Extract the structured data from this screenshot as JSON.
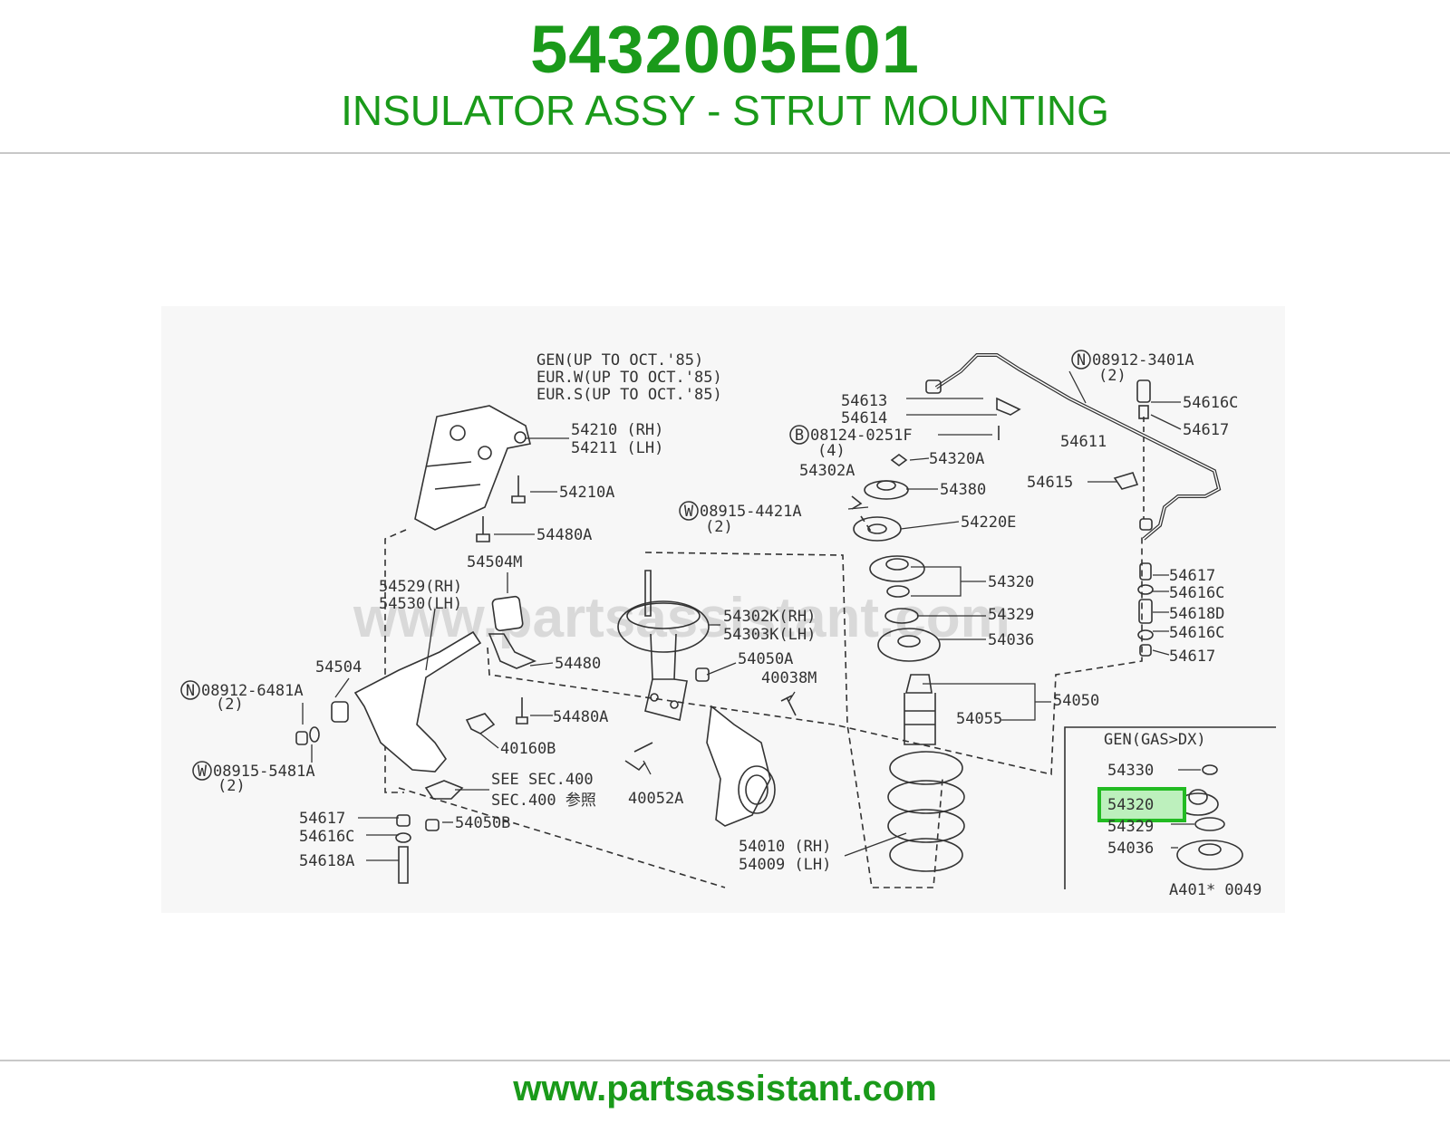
{
  "header": {
    "part_number": "5432005E01",
    "part_name": "INSULATOR ASSY - STRUT MOUNTING"
  },
  "footer": {
    "url": "www.partsassistant.com"
  },
  "diagram": {
    "watermark": "www.partsassistant.com",
    "notes": [
      "GEN(UP TO OCT.'85)",
      "EUR.W(UP TO OCT.'85)",
      "EUR.S(UP TO OCT.'85)"
    ],
    "inset_title": "GEN(GAS>DX)",
    "drawing_code": "A401* 0049",
    "highlighted_part": "54320",
    "labels": {
      "l54210": "54210 (RH)",
      "l54211": "54211 (LH)",
      "l54210A": "54210A",
      "l54480A_top": "54480A",
      "l54504M": "54504M",
      "l54529": "54529(RH)",
      "l54530": "54530(LH)",
      "l54504": "54504",
      "n08912_6481A": "08912-6481A",
      "n08912_6481A_qty": "(2)",
      "w08915_5481A": "08915-5481A",
      "w08915_5481A_qty": "(2)",
      "l54480": "54480",
      "l54480A_mid": "54480A",
      "l40160B": "40160B",
      "see_sec": "SEE SEC.400",
      "sec_ref": "SEC.400 参照",
      "l54050B": "54050B",
      "l54617_left": "54617",
      "l54616C_left": "54616C",
      "l54618A": "54618A",
      "l54302K": "54302K(RH)",
      "l54303K": "54303K(LH)",
      "l54050A": "54050A",
      "l40038M": "40038M",
      "l40052A": "40052A",
      "l54010": "54010 (RH)",
      "l54009": "54009 (LH)",
      "w08915_4421A": "08915-4421A",
      "w08915_4421A_qty": "(2)",
      "l54613": "54613",
      "l54614": "54614",
      "b08124_0251F": "08124-0251F",
      "b08124_0251F_qty": "(4)",
      "l54302A": "54302A",
      "l54320A": "54320A",
      "l54380": "54380",
      "l54220E": "54220E",
      "l54320": "54320",
      "l54329": "54329",
      "l54036": "54036",
      "l54050": "54050",
      "l54055": "54055",
      "n08912_3401A": "08912-3401A",
      "n08912_3401A_qty": "(2)",
      "l54616C_r1": "54616C",
      "l54617_r1": "54617",
      "l54611": "54611",
      "l54615": "54615",
      "l54617_r2": "54617",
      "l54616C_r2": "54616C",
      "l54618D": "54618D",
      "l54616C_r3": "54616C",
      "l54617_r3": "54617",
      "inset_54330": "54330",
      "inset_54320": "54320",
      "inset_54329": "54329",
      "inset_54036": "54036"
    },
    "circle_markers": {
      "N": "N",
      "W": "W",
      "B": "B"
    }
  },
  "colors": {
    "brand_green": "#1a9a1a",
    "highlight_green": "#22bb22",
    "line": "#333333",
    "divider": "#c8c8c8"
  }
}
